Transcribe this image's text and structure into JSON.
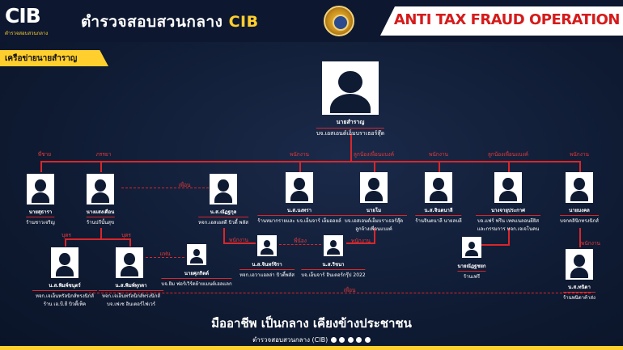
{
  "header": {
    "logo_text": "CIB",
    "logo_subtext": "ตำรวจสอบสวนกลาง",
    "title_main": "ตำรวจสอบสวนกลาง",
    "title_accent": "CIB",
    "banner": "ANTI TAX FRAUD OPERATION"
  },
  "subheader": {
    "label": "เครือข่ายนายสำราญ"
  },
  "root": {
    "name": "นายสำราญ",
    "org": "บจ.เอสเอนด์เอ็มบราเธอร์สุ๊ด"
  },
  "row1": [
    {
      "rel": "พี่ชาย",
      "name": "นายสุธารา",
      "org": "ร้านชาวเจริญ"
    },
    {
      "rel": "ภรรยา",
      "name": "นางแสงเดือน",
      "org": "ร้านปกีนั้นสุข"
    },
    {
      "rel": "",
      "name": "น.ส.ณัฏฐกุล",
      "org": "หจก.เอสเอสดี บิวตี้ พลัส"
    },
    {
      "rel": "พนักงาน",
      "name": "น.ส.นงทรา",
      "org": "ร้านหมากรายและ บจ.เอ็นจาร์ เอ็มออยล์"
    },
    {
      "rel": "ลูกน้องเพื่อนแบงค์",
      "name": "นายโม",
      "org": "บจ.เอสเอนด์เอ็มบราเธอร์สุ๊ด ลูกจ้างเพื่อนแบงค์"
    },
    {
      "rel": "พนักงาน",
      "name": "น.ส.จินตนาลี",
      "org": "ร้านจินตนาลี นายลบลี"
    },
    {
      "rel": "ลูกน้องเพื่อนแบงค์",
      "name": "นางจายุประกาศ",
      "org": "บจ.แฟร์ ฟรีน เทคแนลอนยียิส และกรรมการ หจก.เจเจโนคน"
    },
    {
      "rel": "พนักงาน",
      "name": "นายมงคล",
      "org": "บจกคลินิกทรงนิกส์"
    }
  ],
  "row2": [
    {
      "rel": "บุตร",
      "name": "น.ส.พิมพ์ชนุตร์",
      "org": "หจก.เจเอ็นทรัลนิกส์ทรงนิกส์ ร้าน เอ.บี.ยี บิวตี้เท็ค"
    },
    {
      "rel": "บุตร",
      "name": "น.ส.พิมพ์ทุกดา",
      "org": "หจก.เจเอ็นทรัลนิกส์ทรงนิกส์ บจ.เฟเช อินเตอร์ไฟเวร์"
    },
    {
      "rel": "แฟน",
      "name": "นายศุภกิตต์",
      "org": "บจ.ยิม ฟอร์เวิร์ดย้ายเมนต์เฮลแลก"
    },
    {
      "rel": "พนักงาน",
      "name": "น.ส.จินทร์จิรา",
      "org": "หจก.เอวาแอลล่า บิวตี้พลัส"
    },
    {
      "rel": "พี่น้อง",
      "name": "น.ส.ริชนา",
      "org": "บจ.เอ็นจาร์ อินเตอร์กรุ๊ป 2022"
    },
    {
      "rel": "",
      "name": "นายณัฏฐชยก",
      "org": "ร้านเฟรี"
    },
    {
      "rel": "พนักงาน",
      "name": "น.ส.ทนิตา",
      "org": "ร้านพนิตาค้าส่ง"
    }
  ],
  "links": {
    "friend": "เพื่อน",
    "employee": "พนักงาน",
    "friend2": "เพื่อน"
  },
  "footer": {
    "slogan": "มืออาชีพ เป็นกลาง เคียงข้างประชาชน",
    "line": "ตำรวจสอบสวนกลาง (CIB)"
  },
  "colors": {
    "accent": "#ffcf2e",
    "link": "#d9262a",
    "banner": "#d51b1b",
    "bg": "#0f1b33"
  }
}
